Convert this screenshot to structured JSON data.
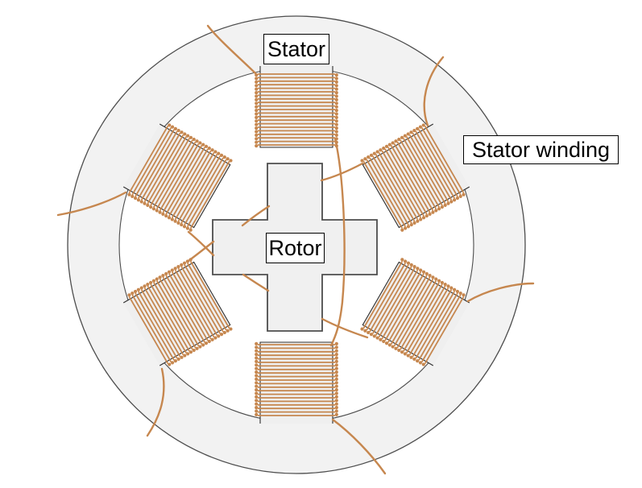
{
  "labels": {
    "stator": "Stator",
    "rotor": "Rotor",
    "stator_winding": "Stator winding"
  },
  "colors": {
    "copper_wire": "#c6874f",
    "ring_fill": "#f2f2f2",
    "pole_fill": "#efefef",
    "rotor_fill": "#f0f0f0",
    "outline": "#4d4d4d",
    "pole_outline": "#2e2e2e",
    "label_border": "#000000",
    "label_background": "#ffffff",
    "label_text": "#000000",
    "background": "#ffffff"
  },
  "structure": {
    "stator_pole_count": 6,
    "rotor_pole_count": 4,
    "coil_turns_per_pole": 21
  }
}
